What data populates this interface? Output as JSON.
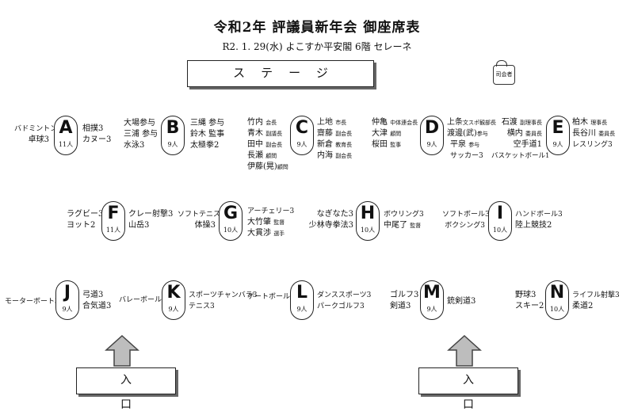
{
  "header": {
    "title": "令和2年 評議員新年会 御座席表",
    "subtitle": "R2. 1. 29(水) よこすか平安閣 6階 セレーネ"
  },
  "stage_label": "ステージ",
  "host_label": "司会者",
  "entrance_label": "入口",
  "tables": {
    "A": {
      "letter": "A",
      "count": "11人",
      "left": [
        "バドミントン2",
        "卓球3"
      ],
      "right": [
        "相撲3",
        "カヌー3"
      ]
    },
    "B": {
      "letter": "B",
      "count": "9人",
      "left": [
        "大場参与",
        "三浦 参与",
        "水泳3"
      ],
      "right": [
        "三縄 参与",
        "鈴木 監事",
        "太極拳2"
      ]
    },
    "C": {
      "letter": "C",
      "count": "9人",
      "left": [
        {
          "n": "竹内",
          "r": "会長"
        },
        {
          "n": "青木",
          "r": "副議長"
        },
        {
          "n": "田中",
          "r": "副会長"
        },
        {
          "n": "長瀬",
          "r": "顧問"
        },
        {
          "n": "伊藤(晃)",
          "r": "顧問"
        }
      ],
      "right": [
        {
          "n": "上地",
          "r": "市長"
        },
        {
          "n": "齋藤",
          "r": "副会長"
        },
        {
          "n": "新倉",
          "r": "教育長"
        },
        {
          "n": "内海",
          "r": "副会長"
        }
      ]
    },
    "D": {
      "letter": "D",
      "count": "9人",
      "left": [
        {
          "n": "仲亀",
          "r": "中体連会長"
        },
        {
          "n": "大津",
          "r": "顧問"
        },
        {
          "n": "桜田",
          "r": "監事"
        }
      ],
      "right": [
        {
          "n": "上条",
          "r": "文スポ観部長"
        },
        {
          "n": "渡邊(武)",
          "r": "参与"
        },
        {
          "n": "平泉",
          "r": "参与"
        },
        {
          "n": "サッカー3",
          "r": ""
        }
      ],
      "far": [
        {
          "n": "石渡",
          "r": "副理事長"
        },
        {
          "n": "横内",
          "r": "委員長"
        },
        {
          "n": "空手道1",
          "r": ""
        },
        {
          "n": "バスケットボール1",
          "r": ""
        }
      ]
    },
    "E": {
      "letter": "E",
      "count": "9人",
      "right": [
        {
          "n": "柏木",
          "r": "理事長"
        },
        {
          "n": "長谷川",
          "r": "委員長"
        },
        {
          "n": "レスリング3",
          "r": ""
        }
      ]
    },
    "F": {
      "letter": "F",
      "count": "11人",
      "left": [
        "ラグビー3",
        "ヨット2"
      ],
      "right": [
        "クレー射撃3",
        "山岳3"
      ]
    },
    "G": {
      "letter": "G",
      "count": "10人",
      "left": [
        "ソフトテニス2",
        "体操3"
      ],
      "right": [
        {
          "n": "アーチェリー3",
          "r": ""
        },
        {
          "n": "大竹肇",
          "r": "監督"
        },
        {
          "n": "大貫渉",
          "r": "選手"
        }
      ]
    },
    "H": {
      "letter": "H",
      "count": "10人",
      "left": [
        "なぎなた3",
        "少林寺拳法3"
      ],
      "right": [
        {
          "n": "ボウリング3",
          "r": ""
        },
        {
          "n": "中尾了",
          "r": "監督"
        }
      ]
    },
    "I": {
      "letter": "I",
      "count": "10人",
      "left": [
        "ソフトボール3",
        "ボクシング3"
      ],
      "right": [
        "ハンドボール3",
        "陸上競技2"
      ]
    },
    "J": {
      "letter": "J",
      "count": "9人",
      "left": [
        "モーターボート3"
      ],
      "right": [
        "弓道3",
        "合気道3"
      ]
    },
    "K": {
      "letter": "K",
      "count": "9人",
      "left": [
        "バレーボール3"
      ],
      "right": [
        "スポーツチャンバラ3",
        "テニス3"
      ]
    },
    "L": {
      "letter": "L",
      "count": "9人",
      "left": [
        "ゲートボール3"
      ],
      "right": [
        "ダンススポーツ3",
        "パークゴルフ3"
      ]
    },
    "M": {
      "letter": "M",
      "count": "9人",
      "left": [
        "ゴルフ3",
        "剣道3"
      ],
      "right": [
        "銃剣道3"
      ]
    },
    "N": {
      "letter": "N",
      "count": "10人",
      "left": [
        "野球3",
        "スキー2"
      ],
      "right": [
        "ライフル射撃3",
        "柔道2"
      ]
    }
  }
}
